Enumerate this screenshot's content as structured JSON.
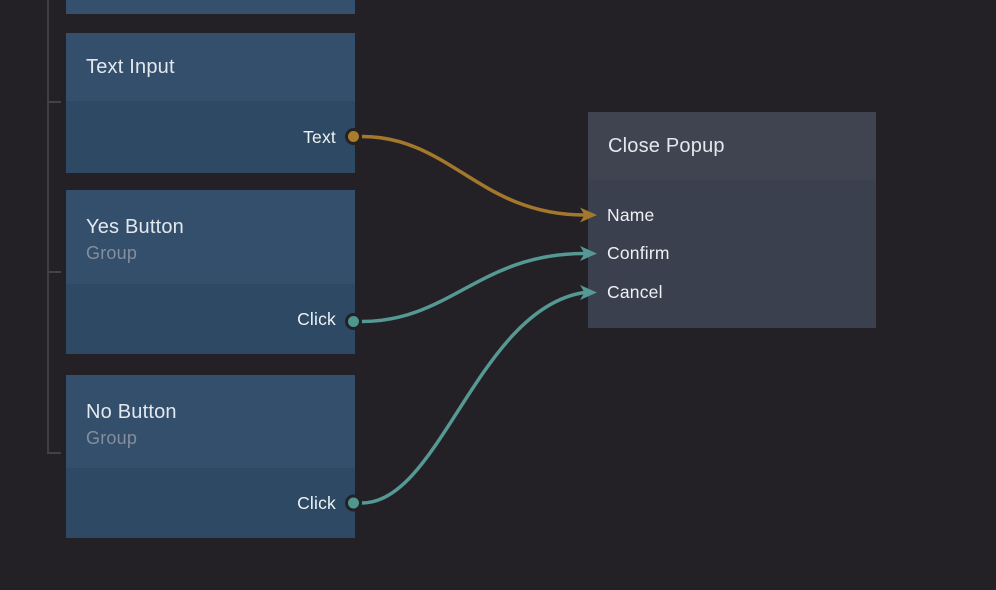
{
  "canvas": {
    "background": "#232125"
  },
  "colors": {
    "canvas_bg": "#232125",
    "node_header_blue": "#344f6b",
    "node_body_blue": "#2e4963",
    "node_header_gray": "#404450",
    "node_body_gray": "#3b404e",
    "guide_line": "#3e3d40",
    "title_text": "#e3e8ee",
    "subtitle_text": "#848e9c",
    "port_text": "#eef1f4",
    "wire_string": "#a3782c",
    "dot_string": "#a87c2b",
    "wire_signal": "#569893",
    "dot_signal": "#4f968f"
  },
  "nodes": {
    "text_input": {
      "title": "Text Input",
      "outputs": [
        {
          "label": "Text",
          "type": "string"
        }
      ]
    },
    "yes_button": {
      "title": "Yes Button",
      "subtitle": "Group",
      "outputs": [
        {
          "label": "Click",
          "type": "signal"
        }
      ]
    },
    "no_button": {
      "title": "No Button",
      "subtitle": "Group",
      "outputs": [
        {
          "label": "Click",
          "type": "signal"
        }
      ]
    },
    "close_popup": {
      "title": "Close Popup",
      "inputs": [
        {
          "label": "Name"
        },
        {
          "label": "Confirm"
        },
        {
          "label": "Cancel"
        }
      ]
    }
  },
  "connections": [
    {
      "from": "Text Input / Text",
      "to": "Close Popup / Name",
      "type": "string"
    },
    {
      "from": "Yes Button / Click",
      "to": "Close Popup / Confirm",
      "type": "signal"
    },
    {
      "from": "No Button / Click",
      "to": "Close Popup / Cancel",
      "type": "signal"
    }
  ]
}
